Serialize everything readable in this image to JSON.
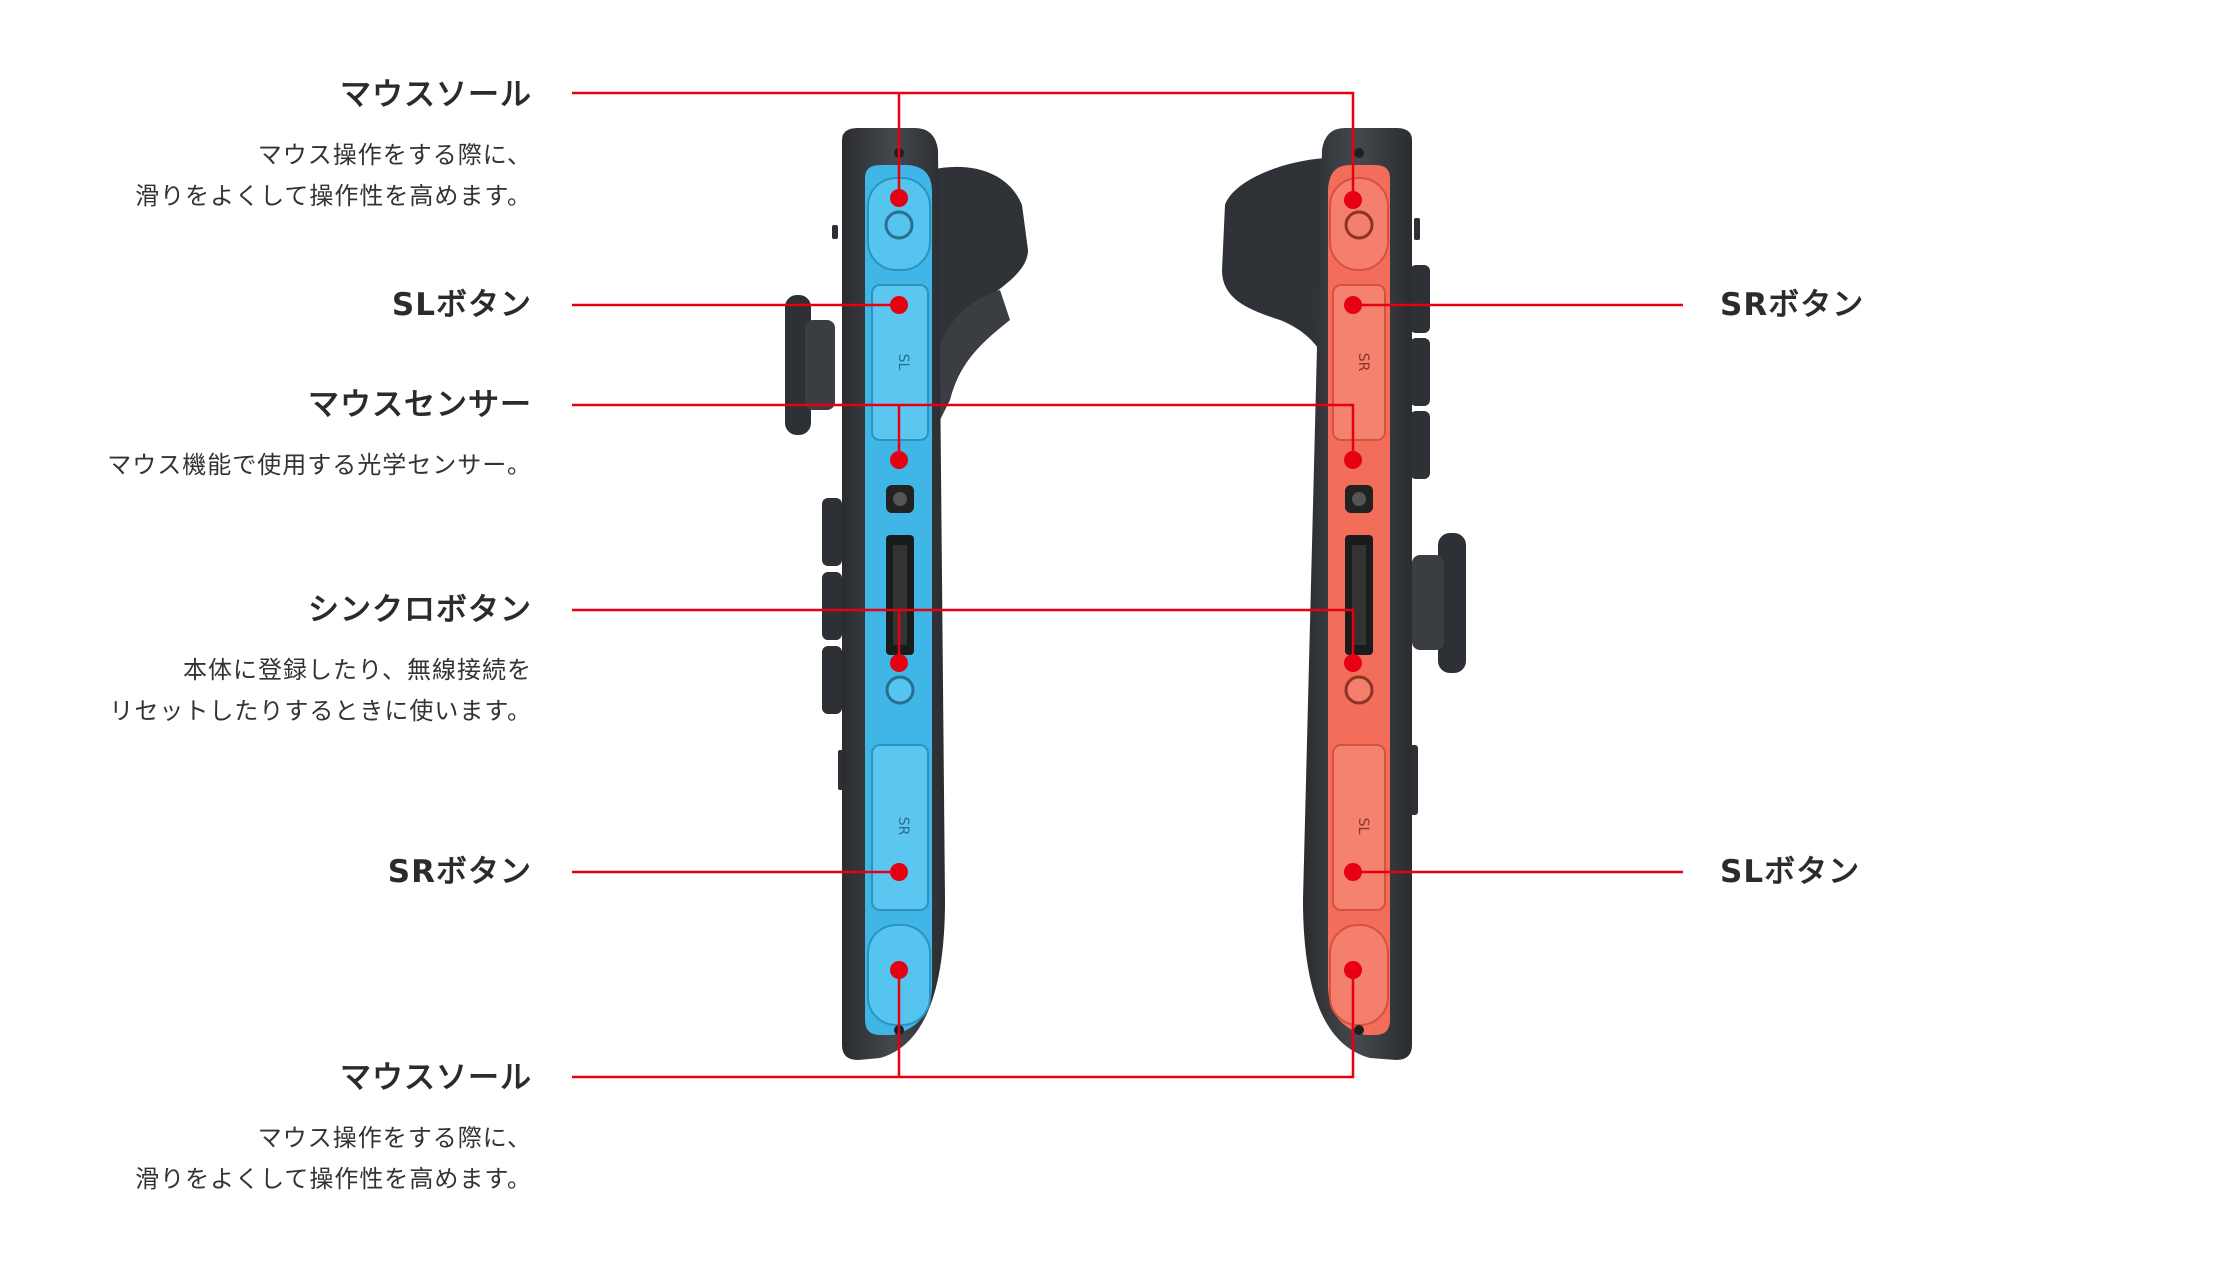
{
  "colors": {
    "accent_line": "#e60012",
    "left_joycon": "#3fb6e6",
    "right_joycon": "#f26e5a",
    "body_dark": "#3a3d42"
  },
  "left_labels": [
    {
      "id": "mouse-sole-top",
      "title": "マウスソール",
      "desc": [
        "マウス操作をする際に、",
        "滑りをよくして操作性を高めます。"
      ]
    },
    {
      "id": "sl-button-left",
      "title": "SLボタン",
      "desc": []
    },
    {
      "id": "mouse-sensor",
      "title": "マウスセンサー",
      "desc": [
        "マウス機能で使用する光学センサー。"
      ]
    },
    {
      "id": "sync-button",
      "title": "シンクロボタン",
      "desc": [
        "本体に登録したり、無線接続を",
        "リセットしたりするときに使います。"
      ]
    },
    {
      "id": "sr-button-left",
      "title": "SRボタン",
      "desc": []
    },
    {
      "id": "mouse-sole-bottom",
      "title": "マウスソール",
      "desc": [
        "マウス操作をする際に、",
        "滑りをよくして操作性を高めます。"
      ]
    }
  ],
  "right_labels": [
    {
      "id": "sr-button-right",
      "title": "SRボタン"
    },
    {
      "id": "sl-button-right",
      "title": "SLボタン"
    }
  ],
  "rail_text": {
    "left_top": "SL",
    "left_bottom": "SR",
    "right_top": "SR",
    "right_bottom": "SL"
  }
}
